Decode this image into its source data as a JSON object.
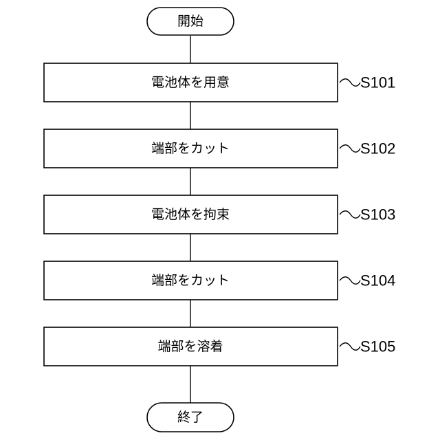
{
  "flowchart": {
    "start_label": "開始",
    "end_label": "終了",
    "steps": [
      {
        "label": "電池体を用意",
        "id": "S101"
      },
      {
        "label": "端部をカット",
        "id": "S102"
      },
      {
        "label": "電池体を拘束",
        "id": "S103"
      },
      {
        "label": "端部をカット",
        "id": "S104"
      },
      {
        "label": "端部を溶着",
        "id": "S105"
      }
    ]
  }
}
